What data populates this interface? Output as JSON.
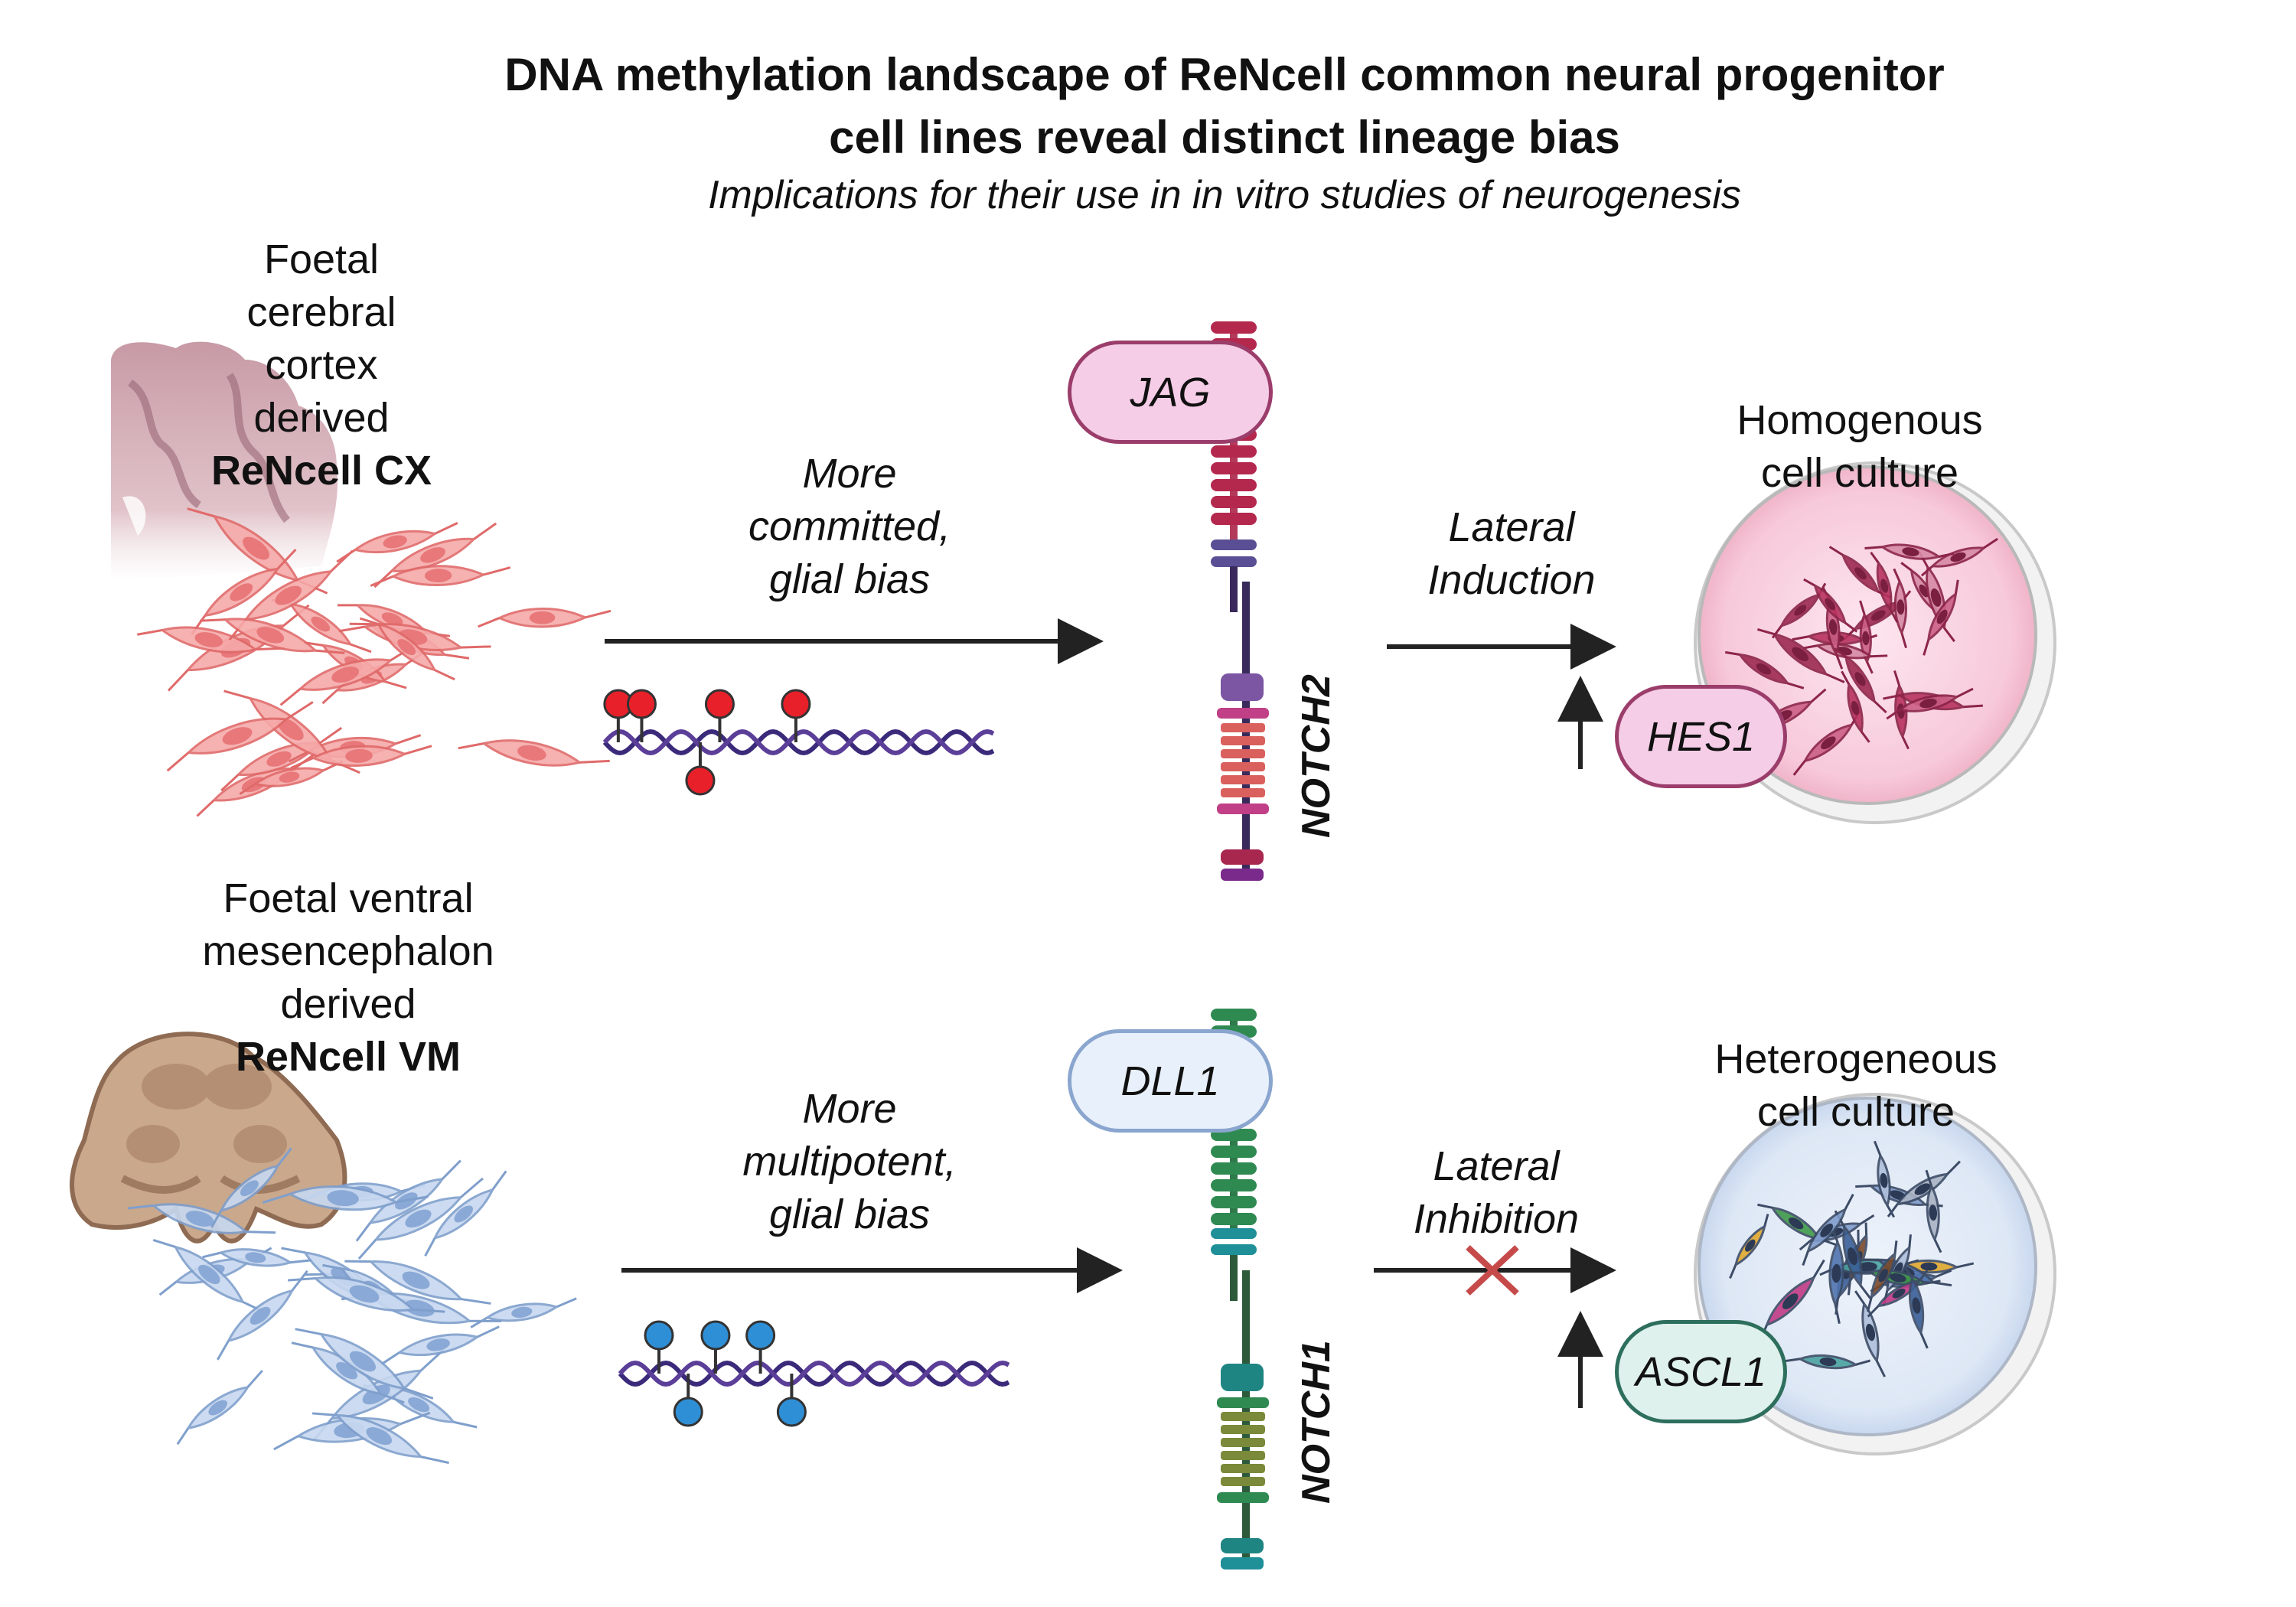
{
  "title": {
    "line1": "DNA methylation landscape of ReNcell common neural progenitor",
    "line2": "cell lines reveal distinct lineage bias",
    "subtitle": "Implications for their use in in vitro studies of neurogenesis"
  },
  "cx": {
    "origin_lines": [
      "Foetal",
      "cerebral",
      "cortex",
      "derived"
    ],
    "name": "ReNcell CX",
    "arrow_label": [
      "More",
      "committed,",
      "glial bias"
    ],
    "ligand": "JAG",
    "receptor": "NOTCH2",
    "signal_label": [
      "Lateral",
      "Induction"
    ],
    "target_gene": "HES1",
    "culture_label": [
      "Homogenous",
      "cell culture"
    ],
    "colors": {
      "cells": "#f08a8a",
      "methyl": "#e8202a",
      "culture": "#c2457a",
      "pill": "#f5cde6",
      "pill_border": "#9b3d6b"
    }
  },
  "vm": {
    "origin_lines": [
      "Foetal ventral",
      "mesencephalon",
      "derived"
    ],
    "name": "ReNcell VM",
    "arrow_label": [
      "More",
      "multipotent,",
      "glial bias"
    ],
    "ligand": "DLL1",
    "receptor": "NOTCH1",
    "signal_label": [
      "Lateral",
      "Inhibition"
    ],
    "target_gene": "ASCL1",
    "culture_label": [
      "Heterogeneous",
      "cell culture"
    ],
    "colors": {
      "cells": "#a9c4e8",
      "methyl": "#2f8fd6",
      "culture": "#4a6fa5",
      "pill": "#e8f0fb",
      "pill_border": "#8aa6cf",
      "pill2": "#dff1ec",
      "pill2_border": "#2d6e5c"
    }
  }
}
